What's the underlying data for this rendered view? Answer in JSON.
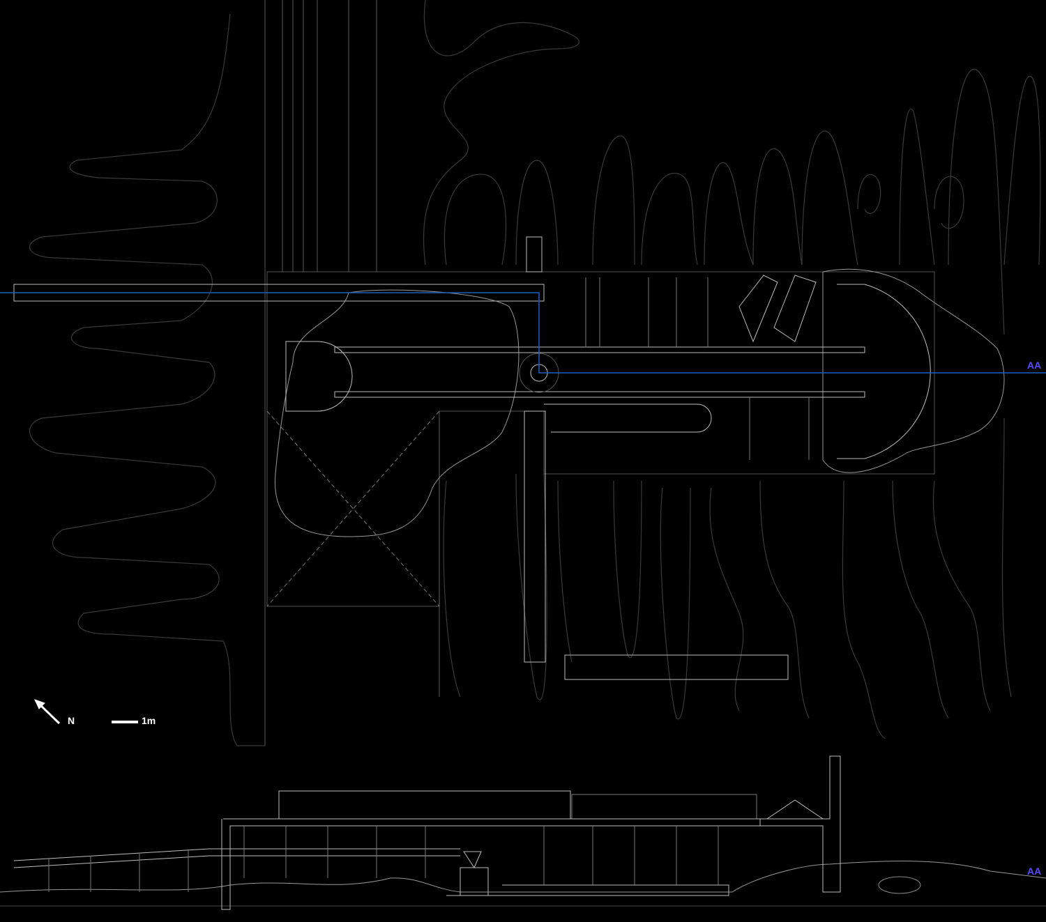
{
  "legend": {
    "north_label": "N",
    "scale_label": "1m"
  },
  "section_markers": {
    "plan_label": "AA",
    "section_label": "AA"
  },
  "colors": {
    "background": "#000000",
    "contour": "#3a3a3a",
    "linework": "#bdbdbd",
    "section_line": "#1f5fbf",
    "section_label": "#5b4cff"
  }
}
